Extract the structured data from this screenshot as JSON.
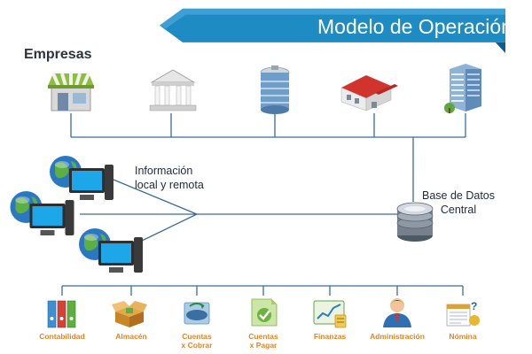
{
  "title": "Modelo de Operación",
  "empresas_label": "Empresas",
  "empresas_icons": [
    "store-icon",
    "bank-building-icon",
    "office-tower-icon",
    "factory-icon",
    "corporate-building-icon"
  ],
  "info_label": {
    "line1": "Información",
    "line2": "local y remota"
  },
  "db_label": {
    "line1": "Base de Datos",
    "line2": "Central"
  },
  "client_icons": [
    "globe-computer-icon",
    "globe-computer-icon",
    "globe-computer-icon"
  ],
  "modules": [
    {
      "line1": "Contabilidad",
      "line2": "",
      "icon": "binders-icon"
    },
    {
      "line1": "Almacén",
      "line2": "",
      "icon": "open-box-icon"
    },
    {
      "line1": "Cuentas",
      "line2": "x Cobrar",
      "icon": "payment-receive-icon"
    },
    {
      "line1": "Cuentas",
      "line2": "x Pagar",
      "icon": "payment-check-icon"
    },
    {
      "line1": "Finanzas",
      "line2": "",
      "icon": "finance-chart-icon"
    },
    {
      "line1": "Administración",
      "line2": "",
      "icon": "admin-user-icon"
    },
    {
      "line1": "Nómina",
      "line2": "",
      "icon": "payroll-sheet-icon"
    }
  ],
  "colors": {
    "banner": "#1e8bc3",
    "banner_dark": "#0f5d8a",
    "lines": "#3a6d96",
    "module_label": "#e8821e"
  }
}
